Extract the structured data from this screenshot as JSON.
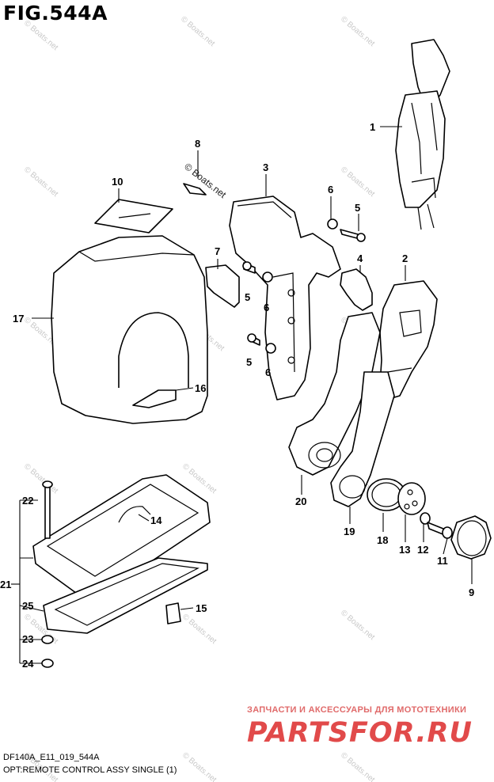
{
  "figure": {
    "title": "FIG.544A",
    "model_code": "DF140A_E11_019_544A",
    "caption": "OPT:REMOTE CONTROL ASSY SINGLE (1)"
  },
  "watermark": {
    "text": "© Boats.net",
    "brand_tagline": "ЗАПЧАСТИ И АКСЕССУАРЫ ДЛЯ МОТОТЕХНИКИ",
    "brand_logo": "PARTSFOR.RU"
  },
  "callouts": [
    "1",
    "2",
    "3",
    "4",
    "5",
    "5",
    "5",
    "6",
    "6",
    "6",
    "7",
    "8",
    "9",
    "10",
    "11",
    "12",
    "13",
    "14",
    "15",
    "16",
    "17",
    "18",
    "19",
    "20",
    "21",
    "22",
    "23",
    "24",
    "25"
  ],
  "colors": {
    "line": "#000000",
    "background": "#ffffff",
    "brand": "#e14a4a",
    "watermark": "#c9c9c9"
  }
}
